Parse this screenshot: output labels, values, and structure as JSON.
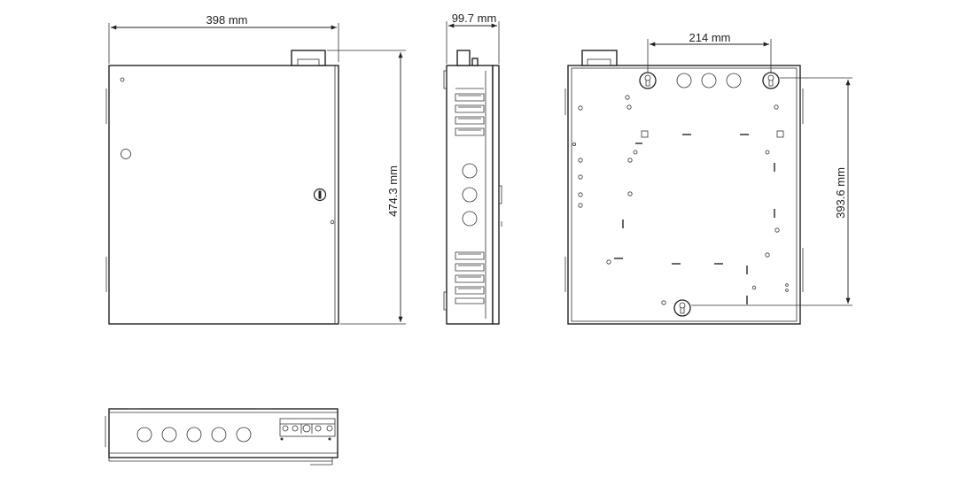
{
  "dimensions": {
    "front_width": "398 mm",
    "front_height": "474.3 mm",
    "side_depth": "99.7 mm",
    "rear_hole_spacing": "214 mm",
    "rear_hole_height": "393.6 mm"
  },
  "views": [
    "front-view",
    "side-view",
    "rear-view",
    "bottom-view"
  ],
  "colors": {
    "line": "#222222",
    "background": "#ffffff"
  }
}
